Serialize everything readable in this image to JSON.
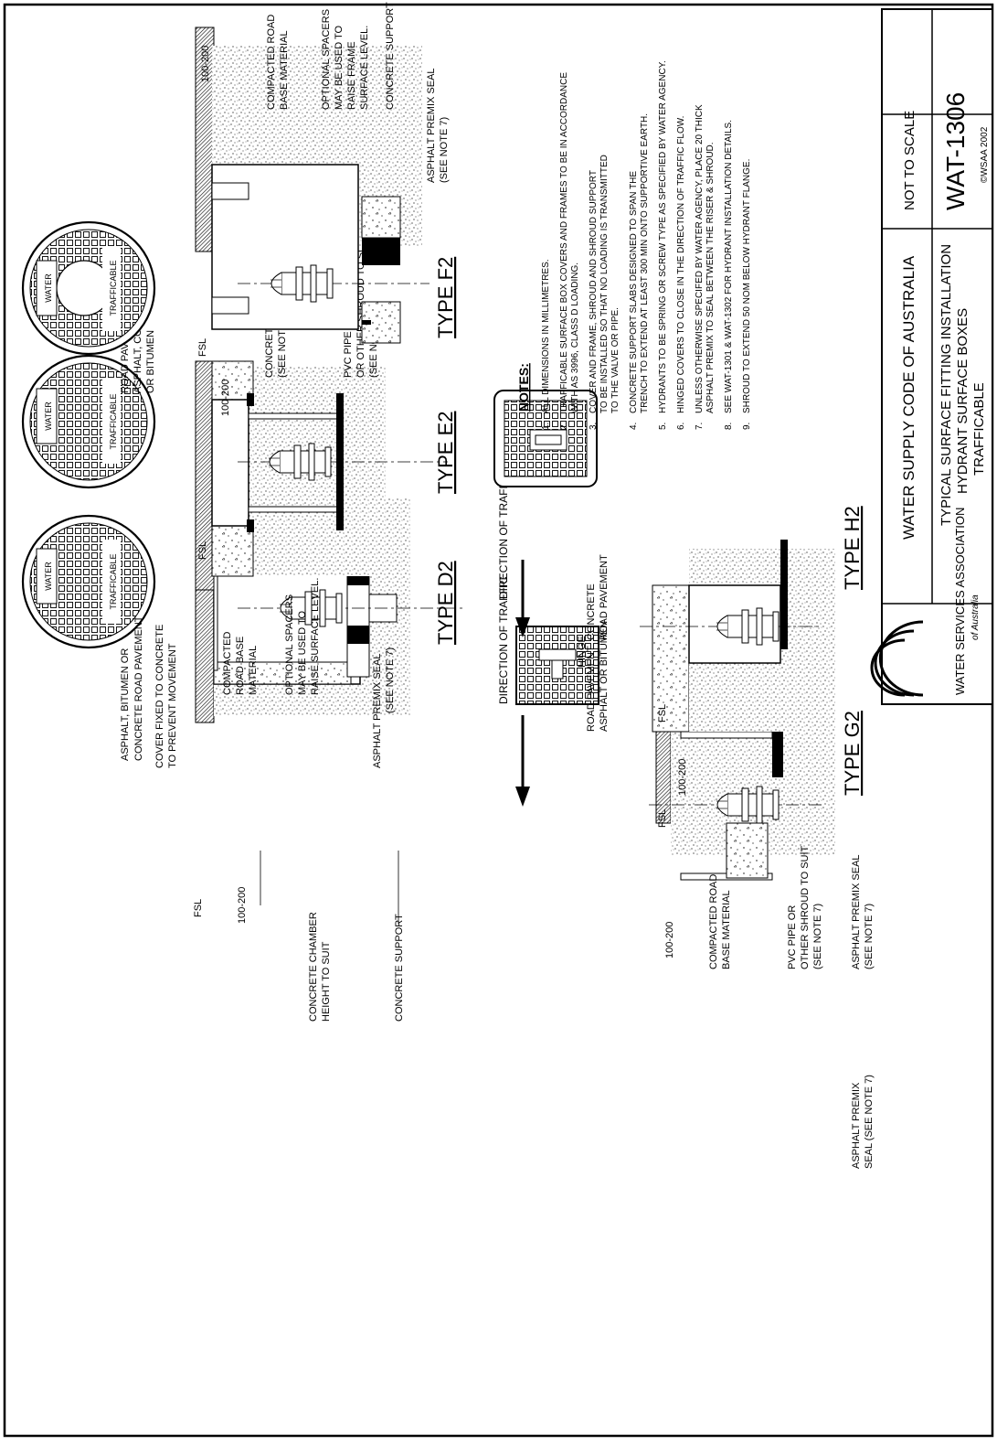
{
  "drawing": {
    "types": {
      "d2": "TYPE D2",
      "e2": "TYPE E2",
      "f2": "TYPE F2",
      "g2": "TYPE G2",
      "h2": "TYPE H2"
    },
    "cover_labels": {
      "water": "WATER",
      "trafficable": "TRAFFICABLE"
    },
    "fsl": "FSL",
    "dims": {
      "d2": "100-200",
      "e2": "100-200",
      "f2": "100-200",
      "g2": "100-200",
      "h2": "100-200"
    },
    "hinge": "HINGE",
    "direction_of_traffic": "DIRECTION OF TRAFFIC",
    "labels_d2": {
      "pavement_1": "ASPHALT, BITUMEN OR",
      "pavement_2": "CONCRETE ROAD PAVEMENT",
      "chamber_1": "CONCRETE CHAMBER",
      "chamber_2": "HEIGHT TO SUIT",
      "support": "CONCRETE SUPPORT",
      "cover_fixed_1": "COVER FIXED TO CONCRETE",
      "cover_fixed_2": "TO PREVENT MOVEMENT",
      "compacted_1": "COMPACTED",
      "compacted_2": "ROAD BASE",
      "compacted_3": "MATERIAL",
      "spacers_1": "OPTIONAL SPACERS",
      "spacers_2": "MAY BE USED TO",
      "spacers_3": "RAISE SURFACE LEVEL.",
      "asphalt_seal_1": "ASPHALT PREMIX SEAL",
      "asphalt_seal_2": "(SEE NOTE 7)"
    },
    "labels_e2": {
      "pavement_1": "ROAD PAVEMENT",
      "pavement_2": "ASPHALT, CONCRETE",
      "pavement_3": "OR BITUMEN",
      "slab_1": "CONCRETE SUPPORT SLAB",
      "slab_2": "(SEE NOTE 4)",
      "pvc_1": "PVC PIPE SLEEVE",
      "pvc_2": "OR OTHER SHROUD TO SUIT",
      "pvc_3": "(SEE NOTE 9)"
    },
    "labels_f2": {
      "compacted_1": "COMPACTED ROAD",
      "compacted_2": "BASE MATERIAL",
      "spacers_1": "OPTIONAL SPACERS",
      "spacers_2": "MAY BE USED TO",
      "spacers_3": "RAISE FRAME",
      "spacers_4": "SURFACE LEVEL.",
      "support": "CONCRETE SUPPORT",
      "seal_1": "ASPHALT PREMIX SEAL",
      "seal_2": "(SEE NOTE 7)"
    },
    "labels_g2": {
      "pavement_1": "ROAD PAVEMENT",
      "pavement_2": "ASPHALT OR BITUMEN",
      "seal_1": "ASPHALT PREMIX",
      "seal_2": "SEAL (SEE NOTE 7)",
      "compacted_1": "COMPACTED ROAD",
      "compacted_2": "BASE MATERIAL",
      "pvc_1": "PVC PIPE OR",
      "pvc_2": "OTHER SHROUD TO SUIT",
      "pvc_3": "(SEE NOTE 7)",
      "seal2_1": "ASPHALT PREMIX SEAL",
      "seal2_2": "(SEE NOTE 7)"
    },
    "labels_h2": {
      "concrete_1": "CONCRETE",
      "concrete_2": "ROAD PAVEMENT"
    }
  },
  "notes": {
    "heading": "NOTES:",
    "items": [
      [
        "1.",
        "ALL DIMENSIONS IN MILLIMETRES."
      ],
      [
        "2.",
        "TRAFFICABLE SURFACE BOX COVERS AND FRAMES TO BE IN ACCORDANCE",
        "WITH AS 3996, CLASS D LOADING."
      ],
      [
        "3.",
        "COVER AND FRAME, SHROUD AND SHROUD SUPPORT",
        "TO BE INSTALLED SO THAT NO LOADING IS TRANSMITTED",
        "TO THE VALVE OR PIPE."
      ],
      [
        "4.",
        "CONCRETE SUPPORT SLABS DESIGNED TO SPAN THE",
        "TRENCH TO EXTEND AT LEAST 300 MIN ONTO SUPPORTIVE EARTH."
      ],
      [
        "5.",
        "HYDRANTS TO BE SPRING OR SCREW TYPE AS SPECIFIED BY WATER AGENCY."
      ],
      [
        "6.",
        "HINGED COVERS TO CLOSE IN THE DIRECTION OF TRAFFIC FLOW."
      ],
      [
        "7.",
        "UNLESS OTHERWISE SPECIFED BY WATER AGENCY, PLACE 20 THICK",
        "ASPHALT PREMIX TO SEAL BETWEEN THE RISER & SHROUD."
      ],
      [
        "8.",
        "SEE WAT-1301 & WAT-1302 FOR HYDRANT INSTALLATION DETAILS."
      ],
      [
        "9.",
        "SHROUD TO EXTEND 50 NOM BELOW HYDRANT FLANGE."
      ]
    ]
  },
  "title_block": {
    "org_1": "WATER SERVICES ASSOCIATION",
    "org_2": "of Australia",
    "code": "WATER SUPPLY CODE OF AUSTRALIA",
    "title_1": "TYPICAL SURFACE FITTING INSTALLATION",
    "title_2": "HYDRANT SURFACE BOXES",
    "title_3": "TRAFFICABLE",
    "scale": "NOT TO SCALE",
    "drawing_no": "WAT-1306",
    "copyright": "©WSAA 2002"
  }
}
